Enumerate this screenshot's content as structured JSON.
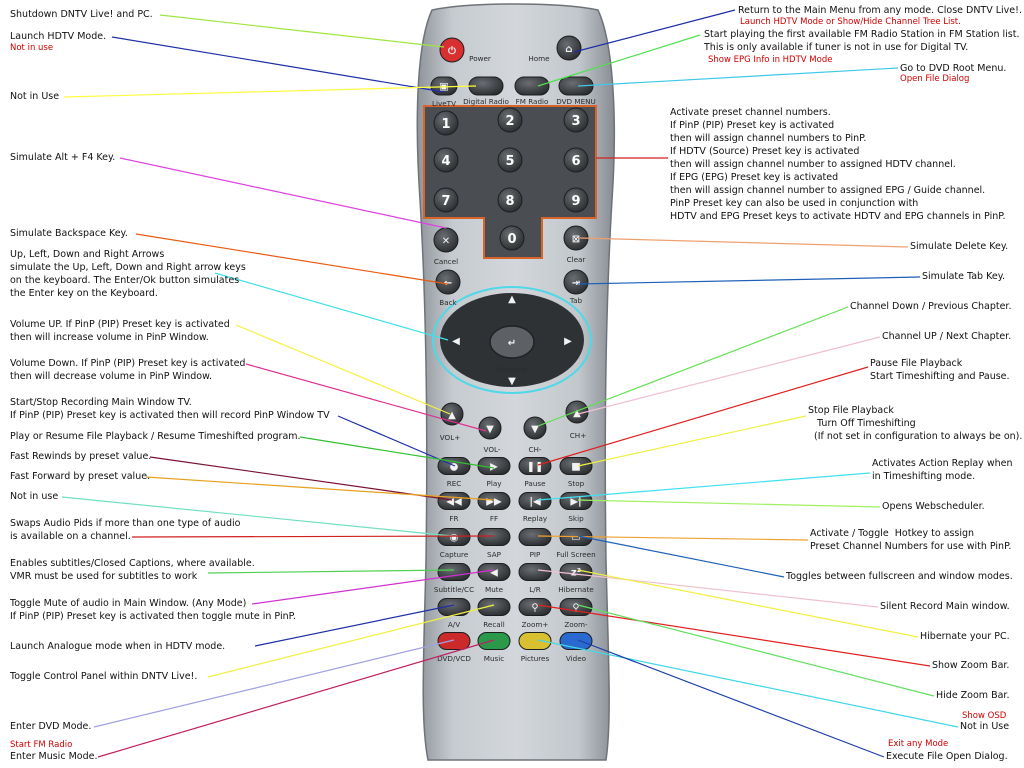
{
  "annotations": {
    "shutdown": "Shutdown DNTV Live! and PC.",
    "hdtv_mode": "Launch HDTV Mode.",
    "hdtv_mode_note": "Not in use",
    "not_in_use_top": "Not in Use",
    "alt_f4": "Simulate Alt + F4 Key.",
    "backspace": "Simulate Backspace Key.",
    "arrows": "Up, Left, Down and Right Arrows\nsimulate the Up, Left, Down and Right arrow keys\non the keyboard. The Enter/Ok button simulates\nthe Enter key on the Keyboard.",
    "vol_up": "Volume UP. If PinP (PIP) Preset key is activated\nthen will increase volume in PinP Window.",
    "vol_down": "Volume Down. If PinP (PIP) Preset key is activated\nthen will decrease volume in PinP Window.",
    "record": "Start/Stop Recording Main Window TV.\nIf PinP (PIP) Preset key is activated then will record PinP Window TV",
    "play": "Play or Resume File Playback / Resume Timeshifted program.",
    "rewind": "Fast Rewinds by preset value.",
    "forward": "Fast Forward by preset value.",
    "not_in_use_fr": "Not in use",
    "sap": "Swaps Audio Pids if more than one type of audio\nis available on a channel.",
    "subtitles": "Enables subtitles/Closed Captions, where available.\nVMR must be used for subtitles to work",
    "mute": "Toggle Mute of audio in Main Window. (Any Mode)\nIf PinP (PIP) Preset key is activated then toggle mute in PinP.",
    "analogue": "Launch Analogue mode when in HDTV mode.",
    "control_panel": "Toggle Control Panel within DNTV Live!.",
    "dvd_mode": "Enter DVD Mode.",
    "fm_radio_note": "Start FM Radio",
    "music_mode": "Enter Music Mode.",
    "home": "Return to the Main Menu from any mode. Close DNTV Live!.",
    "home_note": "Launch HDTV Mode or Show/Hide Channel Tree List.",
    "fm_radio": "Start playing the first available FM Radio Station in FM Station list.\nThis is only available if tuner is not in use for Digital TV.",
    "fm_radio_hdtv_note": "Show EPG Info in HDTV Mode",
    "dvd_menu": "Go to DVD Root Menu.",
    "dvd_menu_note": "Open File Dialog",
    "presets": "Activate preset channel numbers.\nIf PinP (PIP) Preset key is activated\nthen will assign channel numbers to PinP.\nIf HDTV (Source) Preset key is activated\nthen will assign channel number to assigned HDTV channel.\nIf EPG (EPG) Preset key is activated\nthen will assign channel number to assigned EPG / Guide channel.\nPinP Preset key can also be used in conjunction with\nHDTV and EPG Preset keys to activate HDTV and EPG channels in PinP.",
    "delete": "Simulate Delete Key.",
    "tab": "Simulate Tab Key.",
    "ch_down": "Channel Down / Previous Chapter.",
    "ch_up": "Channel UP / Next Chapter.",
    "pause": "Pause File Playback\nStart Timeshifting and Pause.",
    "stop": "Stop File Playback\n   Turn Off Timeshifting\n  (If not set in configuration to always be on).",
    "replay": "Activates Action Replay when\nin Timeshifting mode.",
    "skip": "Opens Webscheduler.",
    "pip": "Activate / Toggle  Hotkey to assign\nPreset Channel Numbers for use with PinP.",
    "fullscreen": "Toggles between fullscreen and window modes.",
    "silent_record": "Silent Record Main window.",
    "hibernate": "Hibernate your PC.",
    "zoom_plus": "Show Zoom Bar.",
    "zoom_minus": "Hide Zoom Bar.",
    "video_note": "Show OSD",
    "not_in_use_video": "Not in Use",
    "exit_note": "Exit any Mode",
    "file_open": "Execute File Open Dialog."
  },
  "remote": {
    "power": "Power",
    "home": "Home",
    "livetv": "LiveTV",
    "digital_radio": "Digital Radio",
    "fm_radio": "FM Radio",
    "dvd_menu": "DVD MENU",
    "digits": [
      "1",
      "2",
      "3",
      "4",
      "5",
      "6",
      "7",
      "8",
      "9",
      "0"
    ],
    "cancel": "Cancel",
    "clear": "Clear",
    "back": "Back",
    "tab": "Tab",
    "enter_ok": "Enter/ok",
    "vol_plus": "VOL+",
    "vol_minus": "VOL-",
    "ch_minus": "CH-",
    "ch_plus": "CH+",
    "rec": "REC",
    "play": "Play",
    "pause": "Pause",
    "stop": "Stop",
    "fr": "FR",
    "ff": "FF",
    "replay": "Replay",
    "skip": "Skip",
    "capture": "Capture",
    "sap": "SAP",
    "pip": "PIP",
    "full_screen": "Full Screen",
    "subtitle_cc": "Subtitle/CC",
    "mute": "Mute",
    "lr": "L/R",
    "hibernate": "Hibernate",
    "av": "A/V",
    "recall": "Recall",
    "zoom_plus": "Zoom+",
    "zoom_minus": "Zoom-",
    "dvd_vcd": "DVD/VCD",
    "music": "Music",
    "pictures": "Pictures",
    "video": "Video"
  },
  "colors": {
    "body": "#b9bec3",
    "power": "#d83030",
    "button": "#3a3d40",
    "keypad_frame": "#d9642a",
    "red_key": "#cc2a2a",
    "green_key": "#2a9a4a",
    "yellow_key": "#d8c030",
    "blue_key": "#2a6ad0"
  }
}
